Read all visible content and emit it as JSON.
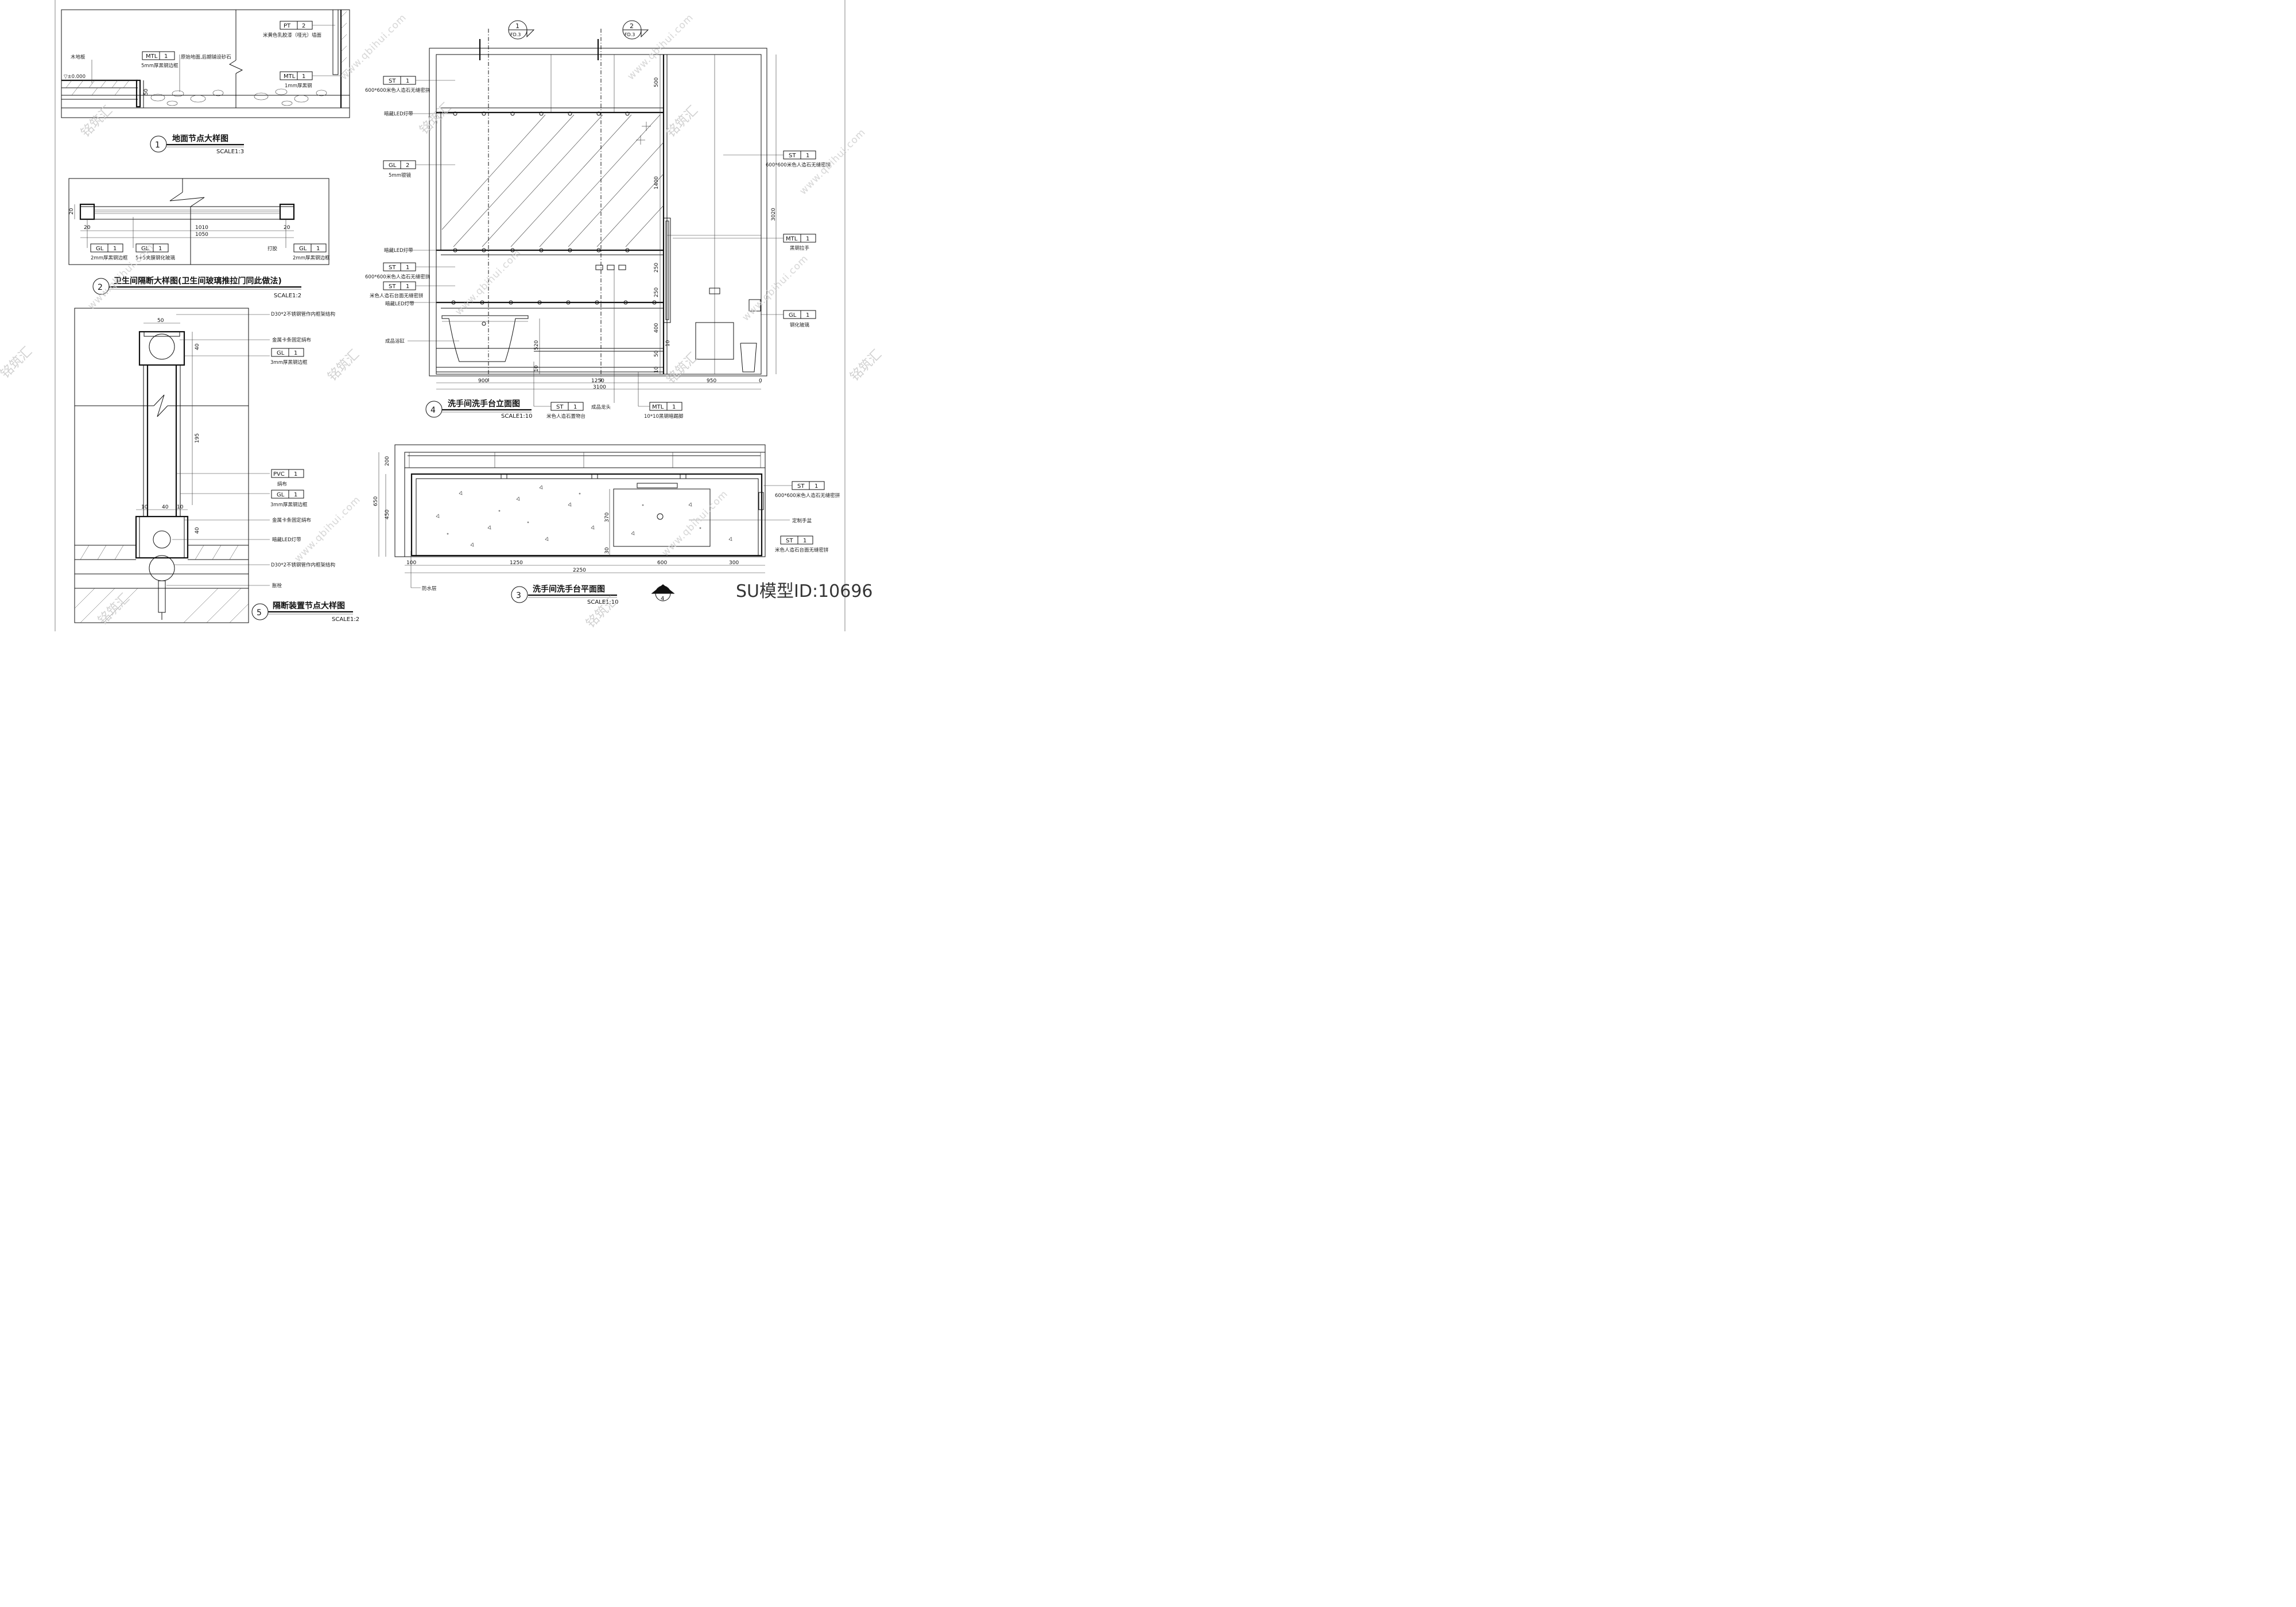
{
  "watermark": {
    "brand": "铭筑汇",
    "url": "www.qbihui.com",
    "model_id": "SU模型ID:10696"
  },
  "detail1": {
    "number": "1",
    "title": "地面节点大样图",
    "scale": "SCALE1:3",
    "level_mark": "▽±0.000",
    "labels": {
      "wood_floor": "木地板",
      "mtl_code": "MTL",
      "mtl_num": "1",
      "mtl_note": "5mm厚黑钢边框",
      "orig_floor": "原始地面,后期铺设砂石",
      "pt_code": "PT",
      "pt_num": "2",
      "pt_note": "米黄色乳胶漆（哑光）墙面",
      "mtl2_code": "MTL",
      "mtl2_num": "1",
      "mtl2_note": "1mm厚黑钢",
      "dim_50": "50"
    }
  },
  "detail2": {
    "number": "2",
    "title": "卫生间隔断大样图(卫生间玻璃推拉门同此做法)",
    "scale": "SCALE1:2",
    "dims": {
      "d20a": "20",
      "d20b": "20",
      "d20c": "20",
      "d1010": "1010",
      "d1050": "1050"
    },
    "tags": [
      {
        "code": "GL",
        "num": "1",
        "note": "2mm厚黑钢边框"
      },
      {
        "code": "GL",
        "num": "1",
        "note": "5+5夹膜钢化玻璃"
      },
      {
        "code": "GL",
        "num": "1",
        "note": "2mm厚黑钢边框"
      }
    ],
    "glue": "打胶"
  },
  "detail5": {
    "number": "5",
    "title": "隔断装置节点大样图",
    "scale": "SCALE1:2",
    "dims": {
      "d50": "50",
      "d40a": "40",
      "d195": "195",
      "d10a": "10",
      "d40b": "40",
      "d10b": "10",
      "d40c": "40"
    },
    "notes": {
      "tube_top": "D30*2不锈钢管作内框架结构",
      "clip_top": "金属卡条固定绢布",
      "gl_code": "GL",
      "gl_num": "1",
      "gl_note": "3mm厚黑钢边框",
      "pvc_code": "PVC",
      "pvc_num": "1",
      "pvc_note": "绢布",
      "gl2_code": "GL",
      "gl2_num": "1",
      "gl2_note": "3mm厚黑钢边框",
      "clip_bottom": "金属卡条固定绢布",
      "led": "暗藏LED灯带",
      "tube_bottom": "D30*2不锈钢管作内框架结构",
      "bolt": "胀栓"
    }
  },
  "detail4": {
    "number": "4",
    "title": "洗手间洗手台立面图",
    "scale": "SCALE1:10",
    "sections": [
      {
        "num": "1",
        "ref": "FD.3"
      },
      {
        "num": "2",
        "ref": "FD.3"
      }
    ],
    "left_tags": [
      {
        "code": "ST",
        "num": "1",
        "note": "600*600米色人造石无缝密拼"
      },
      {
        "code": "GL",
        "num": "2",
        "note": "5mm银镜"
      },
      {
        "code": "ST",
        "num": "1",
        "note": "600*600米色人造石无缝密拼"
      },
      {
        "code": "ST",
        "num": "1",
        "note": "米色人造石台面无缝密拼"
      }
    ],
    "led_top": "暗藏LED灯带",
    "led_mid": "暗藏LED灯带",
    "led_bot": "暗藏LED灯带",
    "bathtub": "成品浴缸",
    "right_tags": [
      {
        "code": "ST",
        "num": "1",
        "note": "600*600米色人造石无缝密拼"
      },
      {
        "code": "MTL",
        "num": "1",
        "note": "黑钢拉手"
      },
      {
        "code": "GL",
        "num": "1",
        "note": "钢化玻璃"
      }
    ],
    "vdims": {
      "d500": "500",
      "d1400": "1400",
      "d250a": "250",
      "d250b": "250",
      "d400": "400",
      "d10a": "10",
      "d50": "50",
      "d10b": "10",
      "d3020": "3020",
      "d520": "520",
      "d10c": "10"
    },
    "hdims": {
      "d900": "900",
      "d1250": "1250",
      "d950": "950",
      "d0": "0",
      "d3100": "3100"
    },
    "bottom_tags": [
      {
        "code": "ST",
        "num": "1",
        "note": "米色人造石置物台"
      },
      {
        "code": "MTL",
        "num": "1",
        "note": "10*10黑钢暗踢脚"
      }
    ],
    "faucet": "成品龙头"
  },
  "detail3": {
    "number": "3",
    "title": "洗手间洗手台平面图",
    "scale": "SCALE1:10",
    "vdims": {
      "d200": "200",
      "d650": "650",
      "d450": "450",
      "d370": "370",
      "d30": "30"
    },
    "hdims": {
      "d100": "100",
      "d1250": "1250",
      "d600": "600",
      "d300": "300",
      "d2250": "2250"
    },
    "right_tag": {
      "code": "ST",
      "num": "1",
      "note": "600*600米色人造石无缝密拼"
    },
    "basin": "定制手盆",
    "right_tag2": {
      "code": "ST",
      "num": "1",
      "note": "米色人造石台面无缝密拼"
    },
    "waterproof": "防水层",
    "elev_ref": "4"
  }
}
